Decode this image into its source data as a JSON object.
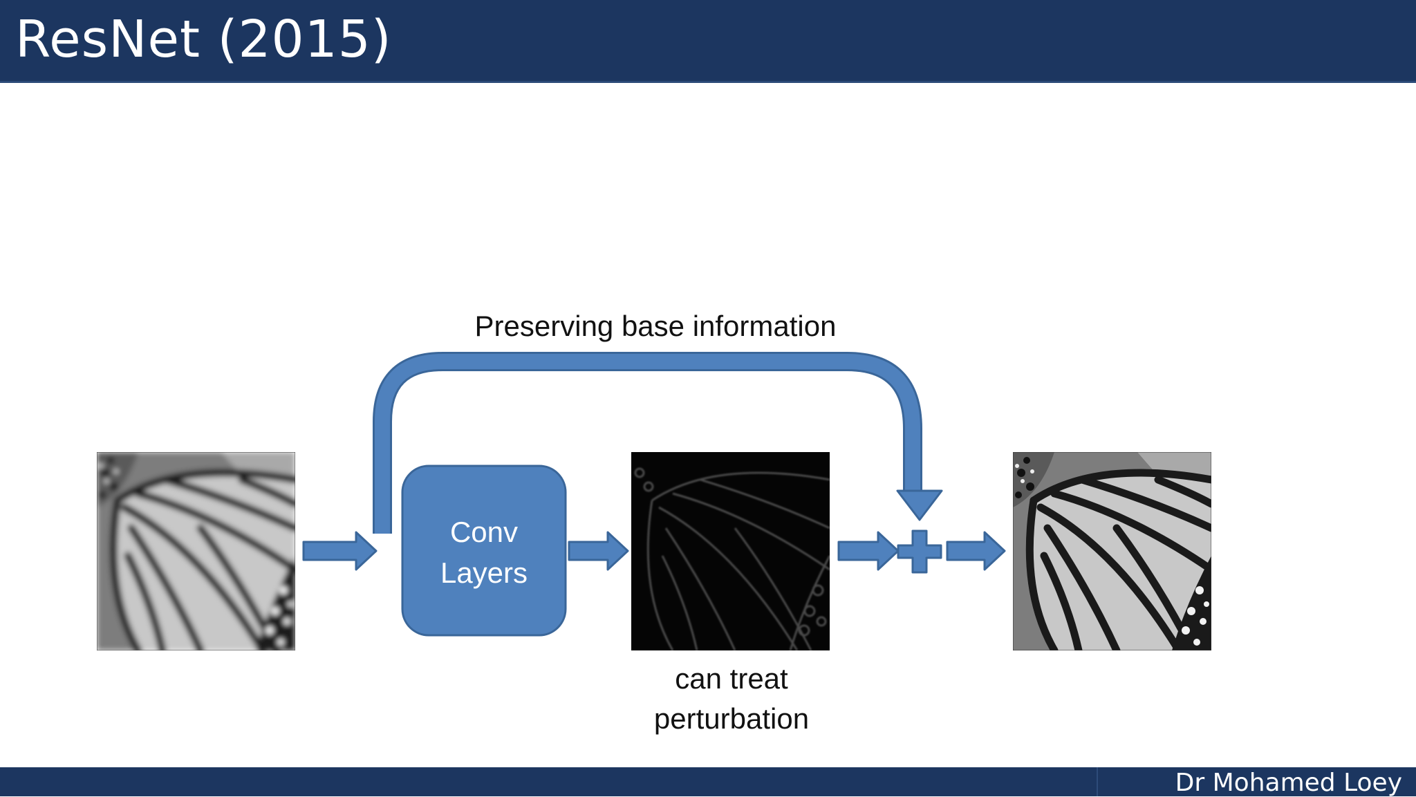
{
  "slide": {
    "title": "ResNet (2015)",
    "author": "Dr Mohamed Loey"
  },
  "diagram": {
    "skip_label": "Preserving base information",
    "conv_block": {
      "line1": "Conv",
      "line2": "Layers"
    },
    "residual_caption": {
      "line1": "can treat",
      "line2": "perturbation"
    },
    "images": [
      {
        "name": "input-image",
        "content": "grayscale butterfly wing (blurred input)"
      },
      {
        "name": "residual-image",
        "content": "dark edge map of butterfly wing"
      },
      {
        "name": "output-image",
        "content": "sharpened grayscale butterfly wing"
      }
    ],
    "colors": {
      "accent": "#4f81bd",
      "accent_stroke": "#3a6699",
      "header": "#1c3660"
    }
  }
}
